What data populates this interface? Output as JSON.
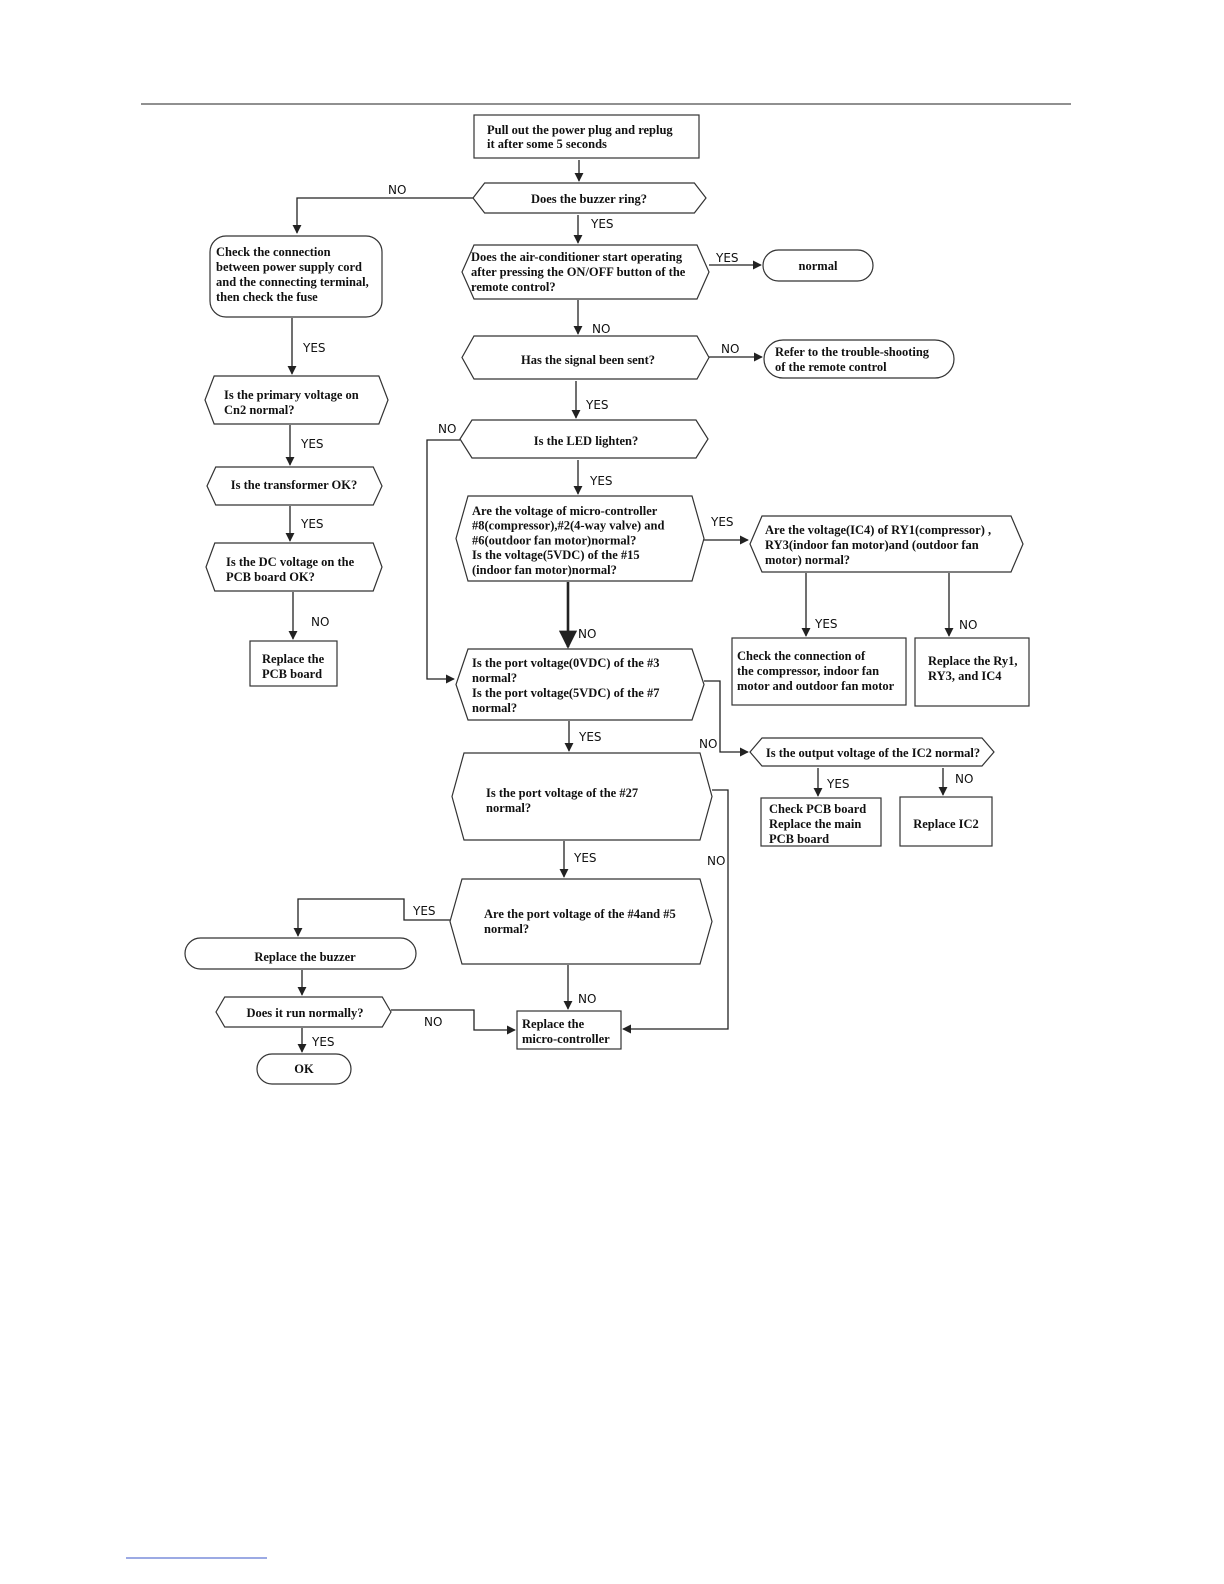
{
  "colors": {
    "ink": "#111111",
    "line": "#222222",
    "footer_link": "#3a55c8"
  },
  "nodes": [
    {
      "id": "start",
      "shape": "rect",
      "lines": [
        "Pull out the power plug and replug",
        "it after some 5 seconds"
      ]
    },
    {
      "id": "buzzer",
      "shape": "decision",
      "lines": [
        "Does the buzzer ring?"
      ]
    },
    {
      "id": "check_conn",
      "shape": "rounded",
      "lines": [
        "Check the connection",
        "between power supply cord",
        "and the connecting terminal,",
        "then check the fuse"
      ]
    },
    {
      "id": "aircon_start",
      "shape": "decision",
      "lines": [
        "Does the air-conditioner start operating",
        "after pressing the ON/OFF button of the",
        "remote control?"
      ]
    },
    {
      "id": "normal",
      "shape": "terminal",
      "lines": [
        "normal"
      ]
    },
    {
      "id": "signal",
      "shape": "decision",
      "lines": [
        "Has the signal been sent?"
      ]
    },
    {
      "id": "remote",
      "shape": "terminal",
      "lines": [
        "Refer to the trouble-shooting",
        "of the remote control"
      ]
    },
    {
      "id": "primary",
      "shape": "decision",
      "lines": [
        "Is the primary voltage on",
        "Cn2 normal?"
      ]
    },
    {
      "id": "led",
      "shape": "decision",
      "lines": [
        "Is the LED lighten?"
      ]
    },
    {
      "id": "transformer",
      "shape": "decision",
      "lines": [
        "Is the transformer OK?"
      ]
    },
    {
      "id": "micro_voltage",
      "shape": "decision",
      "lines": [
        "Are the voltage of micro-controller",
        "#8(compressor),#2(4-way valve) and",
        "#6(outdoor fan motor)normal?",
        "Is the voltage(5VDC) of the #15",
        "(indoor fan motor)normal?"
      ]
    },
    {
      "id": "ic4",
      "shape": "decision",
      "lines": [
        "Are the voltage(IC4) of RY1(compressor) ,",
        "RY3(indoor fan motor)and (outdoor fan",
        "motor) normal?"
      ]
    },
    {
      "id": "dc",
      "shape": "decision",
      "lines": [
        "Is the DC voltage on the",
        "PCB board OK?"
      ]
    },
    {
      "id": "check_motor",
      "shape": "rect",
      "lines": [
        "Check the connection of",
        "the compressor, indoor fan",
        "motor and outdoor fan motor"
      ]
    },
    {
      "id": "replace_ry",
      "shape": "rect",
      "lines": [
        "Replace the Ry1,",
        "RY3, and IC4"
      ]
    },
    {
      "id": "replace_pcb",
      "shape": "rect",
      "lines": [
        "Replace the",
        "PCB board"
      ]
    },
    {
      "id": "port3_7",
      "shape": "decision",
      "lines": [
        "Is the port voltage(0VDC) of the #3",
        "normal?",
        "Is the port voltage(5VDC) of the #7",
        "normal?"
      ]
    },
    {
      "id": "ic2",
      "shape": "decision",
      "lines": [
        "Is the output voltage of the IC2 normal?"
      ]
    },
    {
      "id": "port27",
      "shape": "decision",
      "lines": [
        "Is the port voltage of the #27",
        "normal?"
      ]
    },
    {
      "id": "check_pcb",
      "shape": "rect",
      "lines": [
        "Check PCB board",
        "Replace the main",
        "PCB board"
      ]
    },
    {
      "id": "replace_ic2",
      "shape": "rect",
      "lines": [
        "Replace IC2"
      ]
    },
    {
      "id": "port4_5",
      "shape": "decision",
      "lines": [
        "Are the port voltage of the #4and #5",
        "normal?"
      ]
    },
    {
      "id": "replace_buzzer",
      "shape": "terminal",
      "lines": [
        "Replace the buzzer"
      ]
    },
    {
      "id": "run_normally",
      "shape": "decision",
      "lines": [
        "Does it run normally?"
      ]
    },
    {
      "id": "replace_micro",
      "shape": "rect",
      "lines": [
        "Replace the",
        "micro-controller"
      ]
    },
    {
      "id": "ok",
      "shape": "terminal",
      "lines": [
        "OK"
      ]
    }
  ],
  "edges": [
    {
      "id": "e_start_buzzer",
      "from": "start",
      "to": "buzzer",
      "label": ""
    },
    {
      "id": "e_buzzer_no",
      "from": "buzzer",
      "to": "check_conn",
      "label": "NO"
    },
    {
      "id": "e_buzzer_yes",
      "from": "buzzer",
      "to": "aircon_start",
      "label": "YES"
    },
    {
      "id": "e_aircon_yes",
      "from": "aircon_start",
      "to": "normal",
      "label": "YES"
    },
    {
      "id": "e_aircon_no",
      "from": "aircon_start",
      "to": "signal",
      "label": "NO"
    },
    {
      "id": "e_signal_no",
      "from": "signal",
      "to": "remote",
      "label": "NO"
    },
    {
      "id": "e_signal_yes",
      "from": "signal",
      "to": "led",
      "label": "YES"
    },
    {
      "id": "e_check_primary",
      "from": "check_conn",
      "to": "primary",
      "label": "YES"
    },
    {
      "id": "e_primary_yes",
      "from": "primary",
      "to": "transformer",
      "label": "YES"
    },
    {
      "id": "e_transformer_yes",
      "from": "transformer",
      "to": "dc",
      "label": "YES"
    },
    {
      "id": "e_dc_no",
      "from": "dc",
      "to": "replace_pcb",
      "label": "NO"
    },
    {
      "id": "e_led_yes",
      "from": "led",
      "to": "micro_voltage",
      "label": "YES"
    },
    {
      "id": "e_led_no",
      "from": "led",
      "to": "port3_7",
      "label": "NO"
    },
    {
      "id": "e_micro_yes",
      "from": "micro_voltage",
      "to": "ic4",
      "label": "YES"
    },
    {
      "id": "e_micro_no",
      "from": "micro_voltage",
      "to": "port3_7",
      "label": "NO"
    },
    {
      "id": "e_ic4_yes",
      "from": "ic4",
      "to": "check_motor",
      "label": "YES"
    },
    {
      "id": "e_ic4_no",
      "from": "ic4",
      "to": "replace_ry",
      "label": "NO"
    },
    {
      "id": "e_port37_no",
      "from": "port3_7",
      "to": "ic2",
      "label": "NO"
    },
    {
      "id": "e_port37_yes",
      "from": "port3_7",
      "to": "port27",
      "label": "YES"
    },
    {
      "id": "e_ic2_yes",
      "from": "ic2",
      "to": "check_pcb",
      "label": "YES"
    },
    {
      "id": "e_ic2_no",
      "from": "ic2",
      "to": "replace_ic2",
      "label": "NO"
    },
    {
      "id": "e_port27_yes",
      "from": "port27",
      "to": "port4_5",
      "label": "YES"
    },
    {
      "id": "e_port27_no",
      "from": "port27",
      "to": "replace_micro",
      "label": "NO"
    },
    {
      "id": "e_port45_yes",
      "from": "port4_5",
      "to": "replace_buzzer",
      "label": "YES"
    },
    {
      "id": "e_port45_no",
      "from": "port4_5",
      "to": "replace_micro",
      "label": "NO"
    },
    {
      "id": "e_buzzer_run",
      "from": "replace_buzzer",
      "to": "run_normally",
      "label": ""
    },
    {
      "id": "e_run_no",
      "from": "run_normally",
      "to": "replace_micro",
      "label": "NO"
    },
    {
      "id": "e_run_yes",
      "from": "run_normally",
      "to": "ok",
      "label": "YES"
    }
  ]
}
